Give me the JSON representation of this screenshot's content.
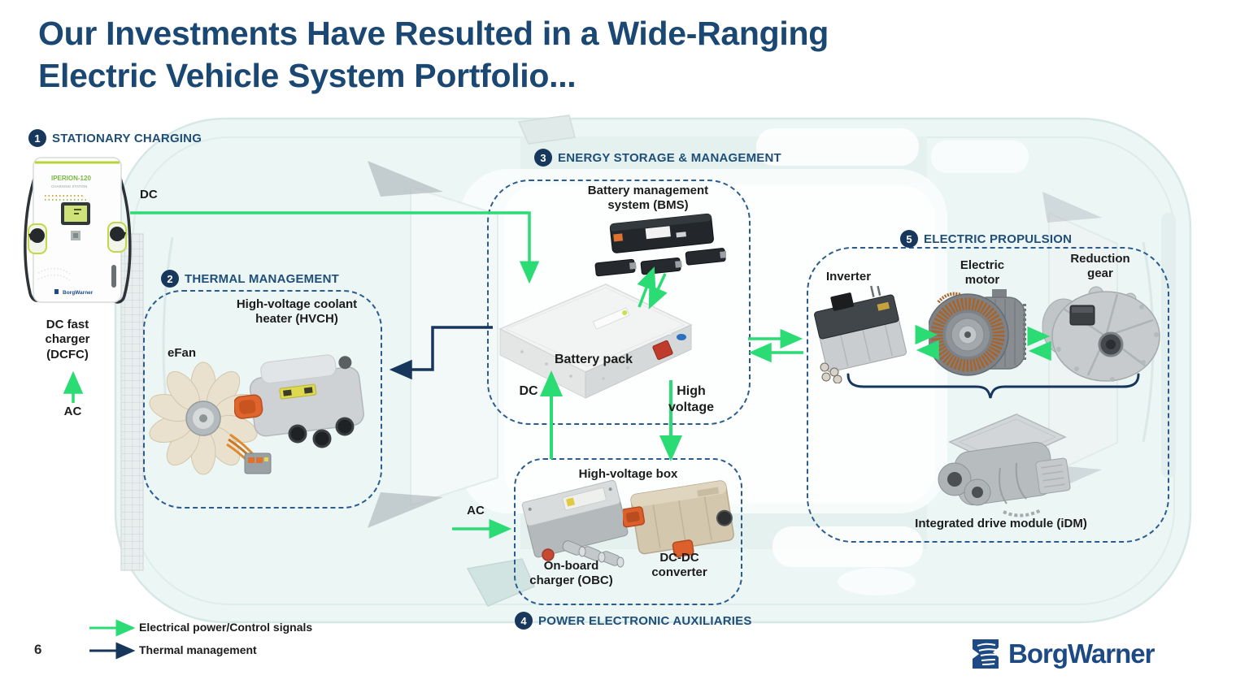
{
  "slide": {
    "title_line1": "Our Investments Have Resulted in a Wide-Ranging",
    "title_line2": "Electric Vehicle System Portfolio...",
    "page_number": "6"
  },
  "sections": {
    "stationary_charging": {
      "number": "1",
      "title": "STATIONARY CHARGING",
      "charger_model": "IPERION-120",
      "charger_model_sub": "CHARGING STATION",
      "charger_brand": "BorgWarner",
      "caption": "DC fast charger (DCFC)",
      "input_label": "AC",
      "output_label": "DC"
    },
    "thermal_management": {
      "number": "2",
      "title": "THERMAL MANAGEMENT",
      "efan_label": "eFan",
      "hvch_label": "High-voltage coolant heater (HVCH)"
    },
    "energy_storage": {
      "number": "3",
      "title": "ENERGY STORAGE & MANAGEMENT",
      "bms_label": "Battery management system (BMS)",
      "battery_label": "Battery pack",
      "dc_label": "DC",
      "hv_label": "High voltage"
    },
    "power_electronics": {
      "number": "4",
      "title": "POWER ELECTRONIC AUXILIARIES",
      "box_label": "High-voltage box",
      "obc_label": "On-board charger (OBC)",
      "dcdc_label": "DC-DC converter",
      "ac_label": "AC"
    },
    "electric_propulsion": {
      "number": "5",
      "title": "ELECTRIC PROPULSION",
      "inverter_label": "Inverter",
      "motor_label": "Electric motor",
      "gear_label": "Reduction gear",
      "idm_label": "Integrated drive module (iDM)"
    }
  },
  "legend": {
    "electrical_label": "Electrical power/Control signals",
    "thermal_label": "Thermal management"
  },
  "branding": {
    "company": "BorgWarner"
  },
  "colors": {
    "accent_green": "#2bdc75",
    "navy": "#16365c",
    "header_blue": "#1f4e79",
    "title_color": "#1b4773",
    "dashed_border": "#2b5c8f"
  }
}
